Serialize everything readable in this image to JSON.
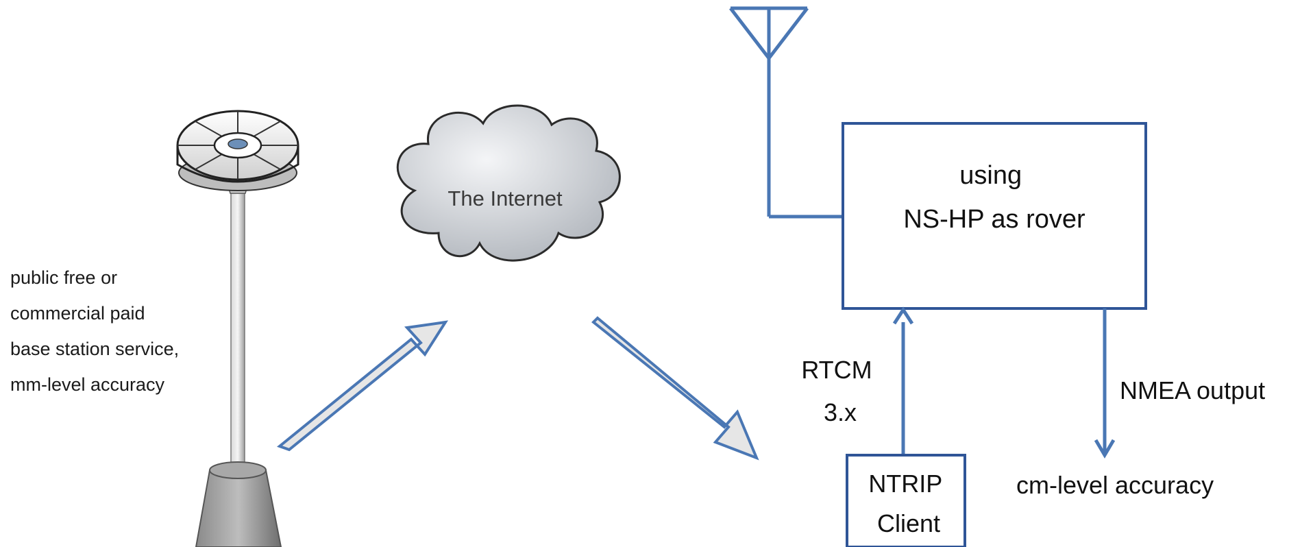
{
  "base_station": {
    "description_lines": [
      "public free or",
      "commercial paid",
      "base station service,",
      "mm-level accuracy"
    ]
  },
  "cloud": {
    "label": "The Internet"
  },
  "rover_box": {
    "lines": [
      "using",
      "NS-HP as rover"
    ]
  },
  "rtcm": {
    "lines": [
      "RTCM",
      "3.x"
    ]
  },
  "ntrip_box": {
    "lines": [
      "NTRIP",
      "Client"
    ]
  },
  "nmea": {
    "label": "NMEA output"
  },
  "accuracy": {
    "label": "cm-level accuracy"
  },
  "colors": {
    "line_blue": "#4a77b4",
    "arrow_fill": "#e6e6e6",
    "cloud_fill": "#c9cdd3",
    "pole_gray": "#9a9a9a"
  }
}
